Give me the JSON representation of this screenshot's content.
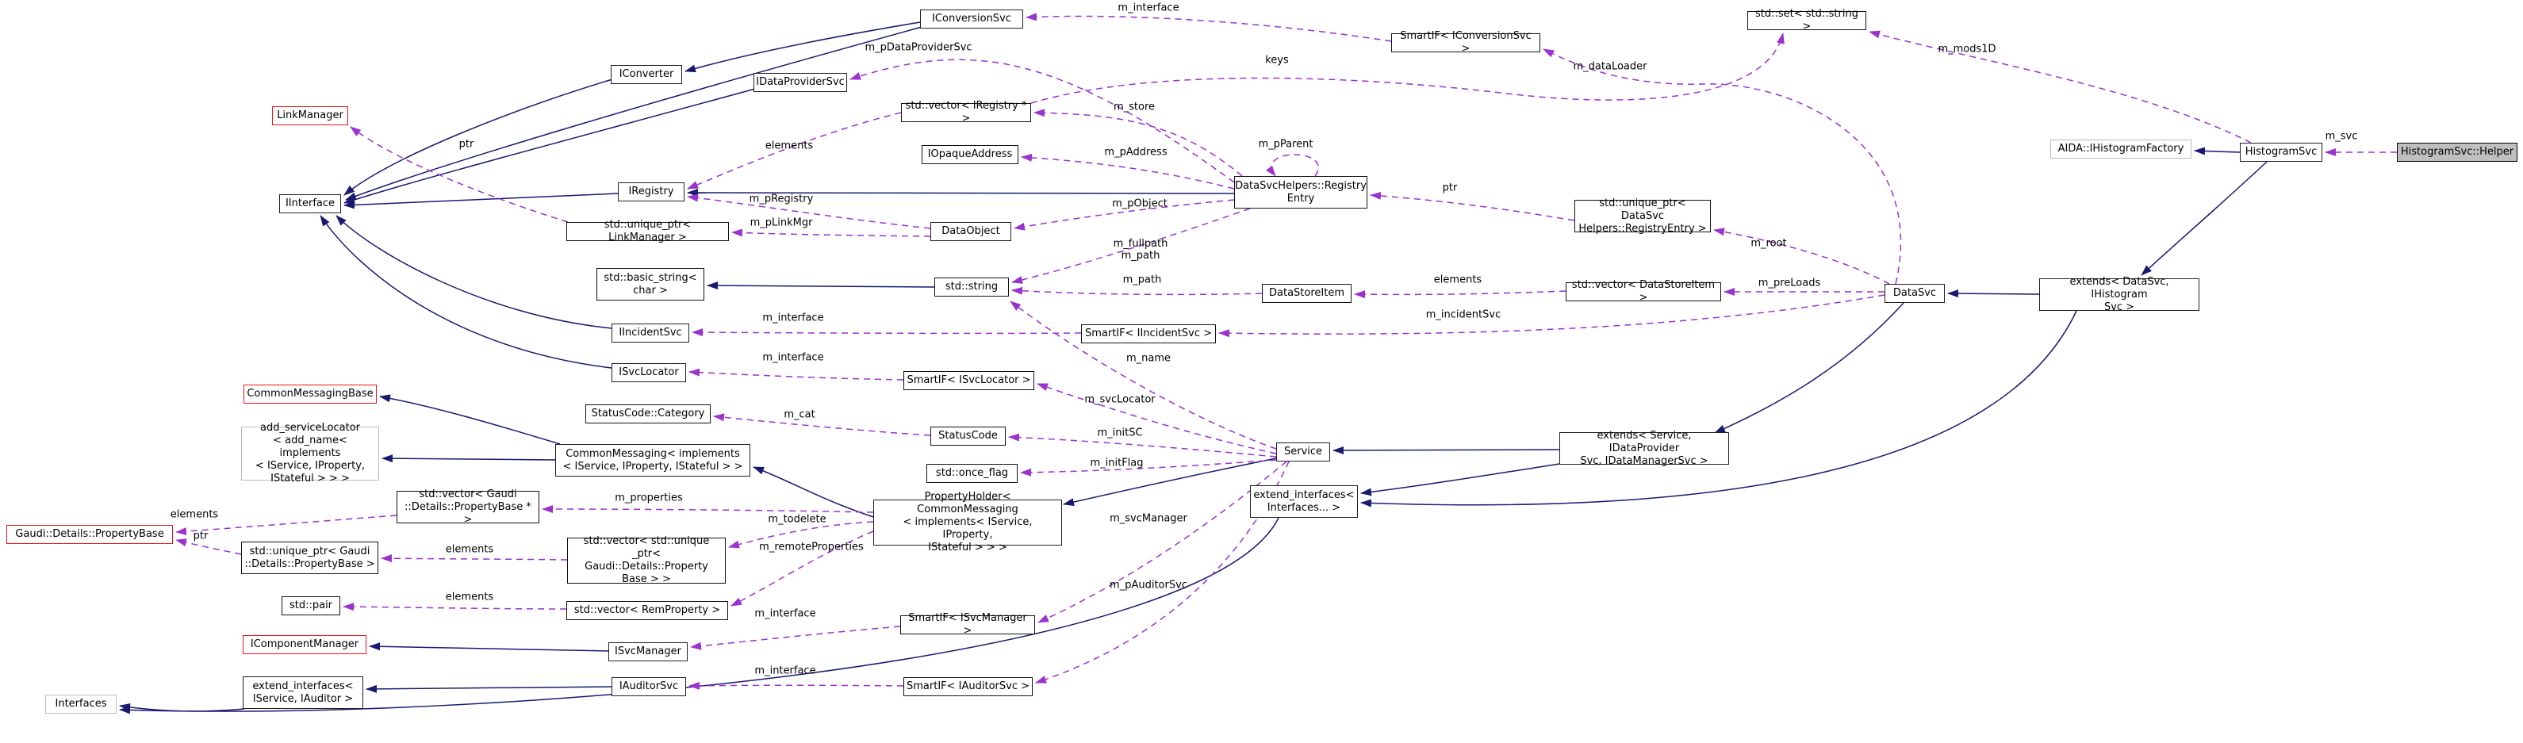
{
  "title": "HistogramSvc::Helper collaboration diagram",
  "colors": {
    "inherit_edge": "#191970",
    "usage_edge": "#9a32cd",
    "red_border": "#ee1111",
    "grey_border": "#b9b9b9",
    "node_border": "#1f1f1f",
    "target_fill": "#bfbfbf",
    "background": "#ffffff"
  },
  "nodes": [
    {
      "id": "iconversionsvc",
      "label": "IConversionSvc",
      "type": "normal"
    },
    {
      "id": "smartif-iconversionsvc",
      "label": "SmartIF< IConversionSvc >",
      "type": "bold"
    },
    {
      "id": "std-set-string",
      "label": "std::set< std::string >",
      "type": "bold"
    },
    {
      "id": "aida-ihistogramfactory",
      "label": "AIDA::IHistogramFactory",
      "type": "grey"
    },
    {
      "id": "histogramsvc",
      "label": "HistogramSvc",
      "type": "normal"
    },
    {
      "id": "histogramsvc-helper",
      "label": "HistogramSvc::Helper",
      "type": "target"
    },
    {
      "id": "iconverter",
      "label": "IConverter",
      "type": "normal"
    },
    {
      "id": "idataprovidersvc",
      "label": "IDataProviderSvc",
      "type": "normal"
    },
    {
      "id": "linkmanager",
      "label": "LinkManager",
      "type": "red"
    },
    {
      "id": "iinterface",
      "label": "IInterface",
      "type": "normal"
    },
    {
      "id": "vector-iregistry",
      "label": "std::vector< IRegistry * >",
      "type": "bold"
    },
    {
      "id": "iopaqueaddress",
      "label": "IOpaqueAddress",
      "type": "bold"
    },
    {
      "id": "registryentry",
      "label": "DataSvcHelpers::Registry\nEntry",
      "type": "bold"
    },
    {
      "id": "iregistry",
      "label": "IRegistry",
      "type": "normal"
    },
    {
      "id": "uptr-linkmanager",
      "label": "std::unique_ptr< LinkManager >",
      "type": "bold"
    },
    {
      "id": "dataobject",
      "label": "DataObject",
      "type": "normal"
    },
    {
      "id": "basic-string",
      "label": "std::basic_string<\nchar >",
      "type": "bold"
    },
    {
      "id": "std-string",
      "label": "std::string",
      "type": "bold"
    },
    {
      "id": "uptr-registryentry",
      "label": "std::unique_ptr< DataSvc\nHelpers::RegistryEntry >",
      "type": "bold"
    },
    {
      "id": "datastoreitem",
      "label": "DataStoreItem",
      "type": "bold"
    },
    {
      "id": "vector-datastoreitem",
      "label": "std::vector< DataStoreItem >",
      "type": "bold"
    },
    {
      "id": "datasvc",
      "label": "DataSvc",
      "type": "normal"
    },
    {
      "id": "extends-datasvc",
      "label": "extends< DataSvc, IHistogram\nSvc >",
      "type": "normal"
    },
    {
      "id": "iincidentsvc",
      "label": "IIncidentSvc",
      "type": "normal"
    },
    {
      "id": "smartif-iincidentsvc",
      "label": "SmartIF< IIncidentSvc >",
      "type": "bold"
    },
    {
      "id": "isvclocator",
      "label": "ISvcLocator",
      "type": "normal"
    },
    {
      "id": "smartif-isvclocator",
      "label": "SmartIF< ISvcLocator >",
      "type": "bold"
    },
    {
      "id": "commonmessagingbase",
      "label": "CommonMessagingBase",
      "type": "red"
    },
    {
      "id": "statuscode-category",
      "label": "StatusCode::Category",
      "type": "bold"
    },
    {
      "id": "statuscode",
      "label": "StatusCode",
      "type": "bold"
    },
    {
      "id": "add-servicelocator",
      "label": "add_serviceLocator\n< add_name< implements\n< IService, IProperty,\nIStateful > > >",
      "type": "grey"
    },
    {
      "id": "commonmessaging",
      "label": "CommonMessaging< implements\n< IService, IProperty, IStateful > >",
      "type": "normal"
    },
    {
      "id": "service",
      "label": "Service",
      "type": "normal"
    },
    {
      "id": "extends-service",
      "label": "extends< Service, IDataProvider\nSvc, IDataManagerSvc >",
      "type": "normal"
    },
    {
      "id": "std-once-flag",
      "label": "std::once_flag",
      "type": "bold"
    },
    {
      "id": "extend-interfaces-pack",
      "label": "extend_interfaces<\nInterfaces... >",
      "type": "normal"
    },
    {
      "id": "vector-propertybase-ptr",
      "label": "std::vector< Gaudi\n::Details::PropertyBase * >",
      "type": "bold"
    },
    {
      "id": "propertyholder",
      "label": "PropertyHolder< CommonMessaging\n< implements< IService, IProperty,\nIStateful > > >",
      "type": "normal"
    },
    {
      "id": "gaudi-propertybase",
      "label": "Gaudi::Details::PropertyBase",
      "type": "red"
    },
    {
      "id": "uptr-propertybase",
      "label": "std::unique_ptr< Gaudi\n::Details::PropertyBase >",
      "type": "bold"
    },
    {
      "id": "vector-uptr-propertybase",
      "label": "std::vector< std::unique\n_ptr< Gaudi::Details::Property\nBase > >",
      "type": "bold"
    },
    {
      "id": "std-pair",
      "label": "std::pair",
      "type": "bold"
    },
    {
      "id": "vector-remproperty",
      "label": "std::vector< RemProperty >",
      "type": "bold"
    },
    {
      "id": "smartif-isvcmanager",
      "label": "SmartIF< ISvcManager >",
      "type": "bold"
    },
    {
      "id": "smartif-iauditorsvc",
      "label": "SmartIF< IAuditorSvc >",
      "type": "bold"
    },
    {
      "id": "icomponentmanager",
      "label": "IComponentManager",
      "type": "red"
    },
    {
      "id": "isvcmanager",
      "label": "ISvcManager",
      "type": "normal"
    },
    {
      "id": "extend-interfaces-ia",
      "label": "extend_interfaces<\nIService, IAuditor >",
      "type": "normal"
    },
    {
      "id": "iauditorsvc",
      "label": "IAuditorSvc",
      "type": "normal"
    },
    {
      "id": "interfaces",
      "label": "Interfaces",
      "type": "grey"
    }
  ],
  "edges": [
    {
      "from": "iconversionsvc",
      "to": "iinterface",
      "kind": "inherit",
      "label": ""
    },
    {
      "from": "iconversionsvc",
      "to": "iconverter",
      "kind": "inherit",
      "label": ""
    },
    {
      "from": "iconverter",
      "to": "iinterface",
      "kind": "inherit",
      "label": ""
    },
    {
      "from": "idataprovidersvc",
      "to": "iinterface",
      "kind": "inherit",
      "label": ""
    },
    {
      "from": "iregistry",
      "to": "iinterface",
      "kind": "inherit",
      "label": ""
    },
    {
      "from": "iincidentsvc",
      "to": "iinterface",
      "kind": "inherit",
      "label": ""
    },
    {
      "from": "isvclocator",
      "to": "iinterface",
      "kind": "inherit",
      "label": ""
    },
    {
      "from": "std-string",
      "to": "basic-string",
      "kind": "inherit",
      "label": ""
    },
    {
      "from": "registryentry",
      "to": "iregistry",
      "kind": "inherit",
      "label": ""
    },
    {
      "from": "histogramsvc",
      "to": "aida-ihistogramfactory",
      "kind": "inherit",
      "label": ""
    },
    {
      "from": "histogramsvc",
      "to": "extends-datasvc",
      "kind": "inherit",
      "label": ""
    },
    {
      "from": "extends-datasvc",
      "to": "datasvc",
      "kind": "inherit",
      "label": ""
    },
    {
      "from": "extends-datasvc",
      "to": "extend-interfaces-pack",
      "kind": "inherit",
      "label": ""
    },
    {
      "from": "datasvc",
      "to": "extends-service",
      "kind": "inherit",
      "label": ""
    },
    {
      "from": "extends-service",
      "to": "service",
      "kind": "inherit",
      "label": ""
    },
    {
      "from": "extends-service",
      "to": "extend-interfaces-pack",
      "kind": "inherit",
      "label": ""
    },
    {
      "from": "service",
      "to": "propertyholder",
      "kind": "inherit",
      "label": ""
    },
    {
      "from": "propertyholder",
      "to": "commonmessaging",
      "kind": "inherit",
      "label": ""
    },
    {
      "from": "commonmessaging",
      "to": "commonmessagingbase",
      "kind": "inherit",
      "label": ""
    },
    {
      "from": "commonmessaging",
      "to": "add-servicelocator",
      "kind": "inherit",
      "label": ""
    },
    {
      "from": "isvcmanager",
      "to": "icomponentmanager",
      "kind": "inherit",
      "label": ""
    },
    {
      "from": "iauditorsvc",
      "to": "extend-interfaces-ia",
      "kind": "inherit",
      "label": ""
    },
    {
      "from": "extend-interfaces-ia",
      "to": "interfaces",
      "kind": "inherit",
      "label": ""
    },
    {
      "from": "extend-interfaces-pack",
      "to": "interfaces",
      "kind": "inherit",
      "label": ""
    },
    {
      "from": "smartif-iconversionsvc",
      "to": "iconversionsvc",
      "kind": "usage",
      "label": "m_interface"
    },
    {
      "from": "registryentry",
      "to": "idataprovidersvc",
      "kind": "usage",
      "label": "m_pDataProviderSvc"
    },
    {
      "from": "vector-iregistry",
      "to": "std-set-string",
      "kind": "usage",
      "label": "keys"
    },
    {
      "from": "datasvc",
      "to": "smartif-iconversionsvc",
      "kind": "usage",
      "label": "m_dataLoader"
    },
    {
      "from": "histogramsvc",
      "to": "std-set-string",
      "kind": "usage",
      "label": "m_mods1D"
    },
    {
      "from": "histogramsvc-helper",
      "to": "histogramsvc",
      "kind": "usage",
      "label": "m_svc"
    },
    {
      "from": "uptr-linkmanager",
      "to": "linkmanager",
      "kind": "usage",
      "label": "ptr"
    },
    {
      "from": "vector-iregistry",
      "to": "iregistry",
      "kind": "usage",
      "label": "elements"
    },
    {
      "from": "dataobject",
      "to": "iregistry",
      "kind": "usage",
      "label": "m_pRegistry"
    },
    {
      "from": "dataobject",
      "to": "uptr-linkmanager",
      "kind": "usage",
      "label": "m_pLinkMgr"
    },
    {
      "from": "registryentry",
      "to": "vector-iregistry",
      "kind": "usage",
      "label": "m_store"
    },
    {
      "from": "registryentry",
      "to": "iopaqueaddress",
      "kind": "usage",
      "label": "m_pAddress"
    },
    {
      "from": "registryentry",
      "to": "registryentry",
      "kind": "usage",
      "label": "m_pParent"
    },
    {
      "from": "uptr-registryentry",
      "to": "registryentry",
      "kind": "usage",
      "label": "ptr"
    },
    {
      "from": "registryentry",
      "to": "dataobject",
      "kind": "usage",
      "label": "m_pObject"
    },
    {
      "from": "registryentry",
      "to": "std-string",
      "kind": "usage",
      "label": "m_fullpath\nm_path"
    },
    {
      "from": "datastoreitem",
      "to": "std-string",
      "kind": "usage",
      "label": "m_path"
    },
    {
      "from": "vector-datastoreitem",
      "to": "datastoreitem",
      "kind": "usage",
      "label": "elements"
    },
    {
      "from": "datasvc",
      "to": "vector-datastoreitem",
      "kind": "usage",
      "label": "m_preLoads"
    },
    {
      "from": "datasvc",
      "to": "uptr-registryentry",
      "kind": "usage",
      "label": "m_root"
    },
    {
      "from": "datasvc",
      "to": "smartif-iincidentsvc",
      "kind": "usage",
      "label": "m_incidentSvc"
    },
    {
      "from": "smartif-iincidentsvc",
      "to": "iincidentsvc",
      "kind": "usage",
      "label": "m_interface"
    },
    {
      "from": "smartif-isvclocator",
      "to": "isvclocator",
      "kind": "usage",
      "label": "m_interface"
    },
    {
      "from": "service",
      "to": "std-string",
      "kind": "usage",
      "label": "m_name"
    },
    {
      "from": "service",
      "to": "smartif-isvclocator",
      "kind": "usage",
      "label": "m_svcLocator"
    },
    {
      "from": "statuscode",
      "to": "statuscode-category",
      "kind": "usage",
      "label": "m_cat"
    },
    {
      "from": "service",
      "to": "statuscode",
      "kind": "usage",
      "label": "m_initSC"
    },
    {
      "from": "service",
      "to": "std-once-flag",
      "kind": "usage",
      "label": "m_initFlag"
    },
    {
      "from": "service",
      "to": "smartif-isvcmanager",
      "kind": "usage",
      "label": "m_svcManager"
    },
    {
      "from": "service",
      "to": "smartif-iauditorsvc",
      "kind": "usage",
      "label": "m_pAuditorSvc"
    },
    {
      "from": "propertyholder",
      "to": "vector-propertybase-ptr",
      "kind": "usage",
      "label": "m_properties"
    },
    {
      "from": "propertyholder",
      "to": "vector-uptr-propertybase",
      "kind": "usage",
      "label": "m_todelete"
    },
    {
      "from": "propertyholder",
      "to": "vector-remproperty",
      "kind": "usage",
      "label": "m_remoteProperties"
    },
    {
      "from": "vector-propertybase-ptr",
      "to": "gaudi-propertybase",
      "kind": "usage",
      "label": "elements"
    },
    {
      "from": "uptr-propertybase",
      "to": "gaudi-propertybase",
      "kind": "usage",
      "label": "ptr"
    },
    {
      "from": "vector-uptr-propertybase",
      "to": "uptr-propertybase",
      "kind": "usage",
      "label": "elements"
    },
    {
      "from": "vector-remproperty",
      "to": "std-pair",
      "kind": "usage",
      "label": "elements"
    },
    {
      "from": "smartif-isvcmanager",
      "to": "isvcmanager",
      "kind": "usage",
      "label": "m_interface"
    },
    {
      "from": "smartif-iauditorsvc",
      "to": "iauditorsvc",
      "kind": "usage",
      "label": "m_interface"
    }
  ]
}
